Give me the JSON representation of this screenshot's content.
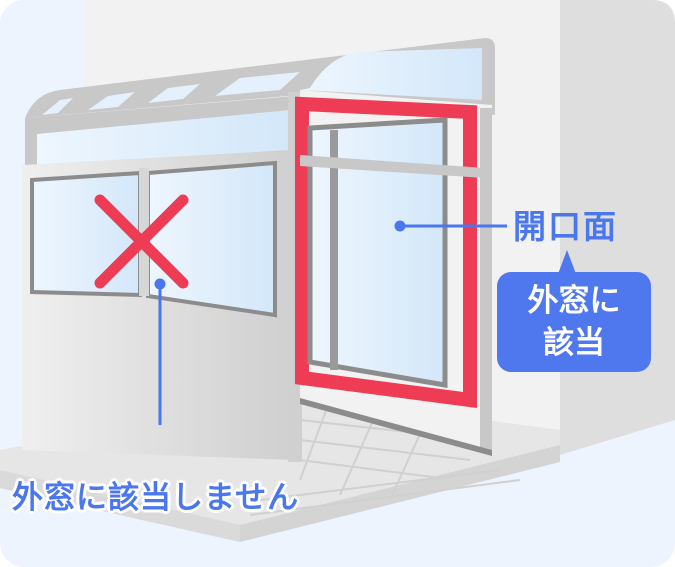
{
  "diagram": {
    "subject": "sunroom-illustration",
    "labels": {
      "opening_face": "開口面",
      "callout_line1": "外窓に",
      "callout_line2": "該当",
      "not_applicable": "外窓に該当しません"
    },
    "colors": {
      "background": "#eef4fd",
      "wall_light": "#f2f2f2",
      "wall_side": "#dedede",
      "frame": "#c8c8c8",
      "frame_dark": "#8c8c8c",
      "glass": "#d8eafa",
      "highlight_red": "#ee3c55",
      "accent_blue": "#4f78ef",
      "x_mark": "#ee3c55"
    },
    "marks": {
      "x_mark": "cross-icon",
      "leader_dots": 2
    }
  }
}
